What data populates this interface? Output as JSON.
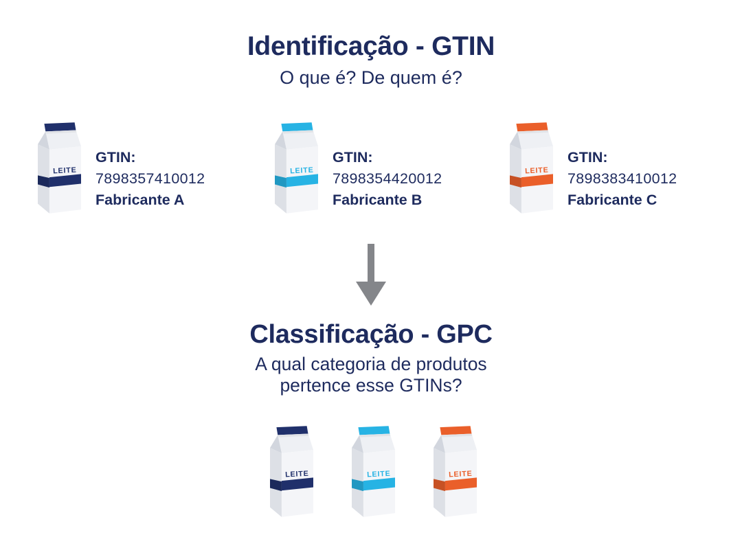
{
  "identification": {
    "title": "Identificação - GTIN",
    "subtitle": "O que é? De quem é?",
    "items": [
      {
        "gtin_label": "GTIN:",
        "gtin_value": "7898357410012",
        "manufacturer": "Fabricante A",
        "accent": "#20306b",
        "carton_label": "LEITE"
      },
      {
        "gtin_label": "GTIN:",
        "gtin_value": "7898354420012",
        "manufacturer": "Fabricante B",
        "accent": "#27b3e4",
        "carton_label": "LEITE"
      },
      {
        "gtin_label": "GTIN:",
        "gtin_value": "7898383410012",
        "manufacturer": "Fabricante C",
        "accent": "#ea5f2a",
        "carton_label": "LEITE"
      }
    ]
  },
  "classification": {
    "title": "Classificação - GPC",
    "subtitle_line1": "A qual categoria de produtos",
    "subtitle_line2": "pertence esse GTINs?",
    "cartons": [
      {
        "carton_label": "LEITE",
        "accent": "#20306b"
      },
      {
        "carton_label": "LEITE",
        "accent": "#27b3e4"
      },
      {
        "carton_label": "LEITE",
        "accent": "#ea5f2a"
      }
    ]
  },
  "colors": {
    "text_navy": "#1e2b5e",
    "arrow_gray": "#84868a",
    "carton_front": "#f4f5f8",
    "carton_side": "#dde0e6",
    "carton_gable_front": "#eef0f4",
    "carton_gable_side": "#d2d6de"
  }
}
